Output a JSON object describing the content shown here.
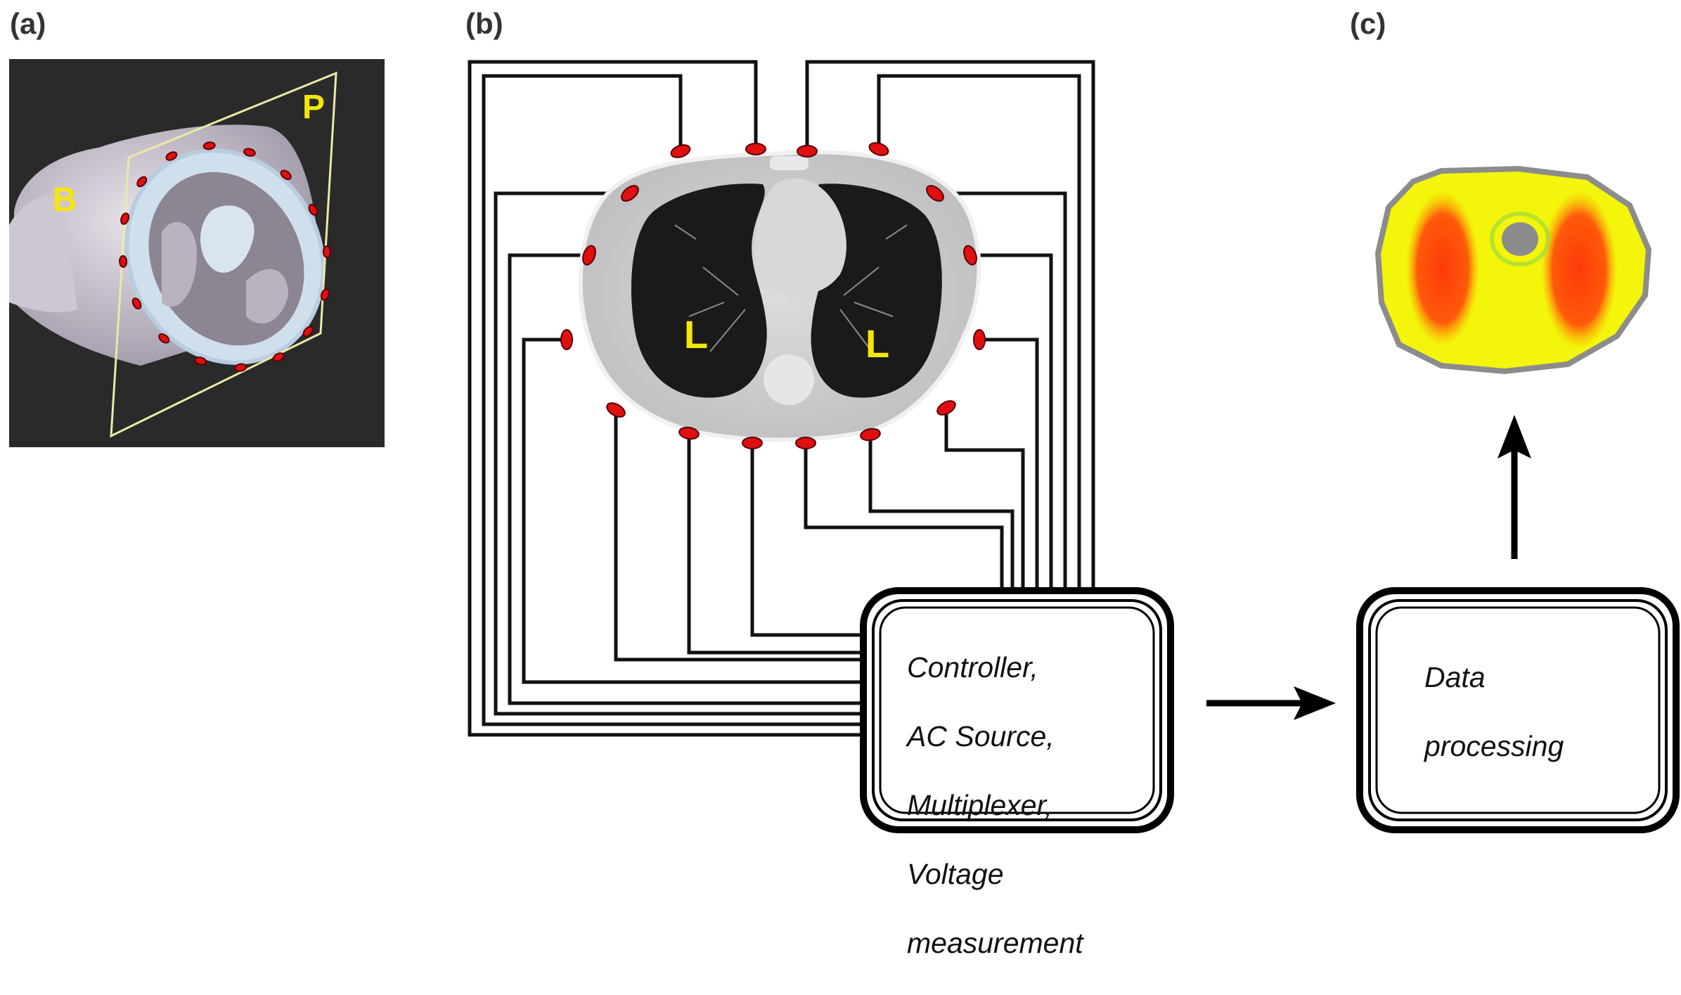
{
  "panels": {
    "a": {
      "label": "(a)",
      "letter_body": "B",
      "letter_plane": "P"
    },
    "b": {
      "label": "(b)",
      "lung_label": "L",
      "box_lines": [
        "Controller,",
        "AC Source,",
        "Multiplexer,",
        "Voltage",
        "measurement"
      ]
    },
    "c": {
      "label": "(c)",
      "box_lines": [
        "Data",
        "processing"
      ]
    }
  },
  "colors": {
    "electrode": "#e01010",
    "overlay_text": "#f5e60a",
    "heat_low": "#f4f40a",
    "heat_high": "#ff3a0a",
    "heat_edge": "#9bdc3c",
    "outline": "#8c8c8c"
  }
}
